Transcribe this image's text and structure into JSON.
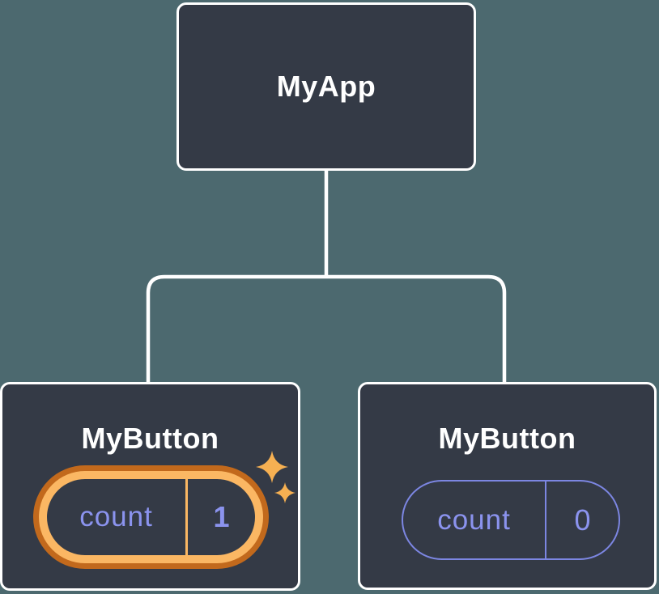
{
  "colors": {
    "background": "#4C696F",
    "node_bg": "#343A46",
    "node_border": "#FFFFFF",
    "connector": "#FFFFFF",
    "node_text": "#FFFFFF",
    "state_text": "#8B93EE",
    "pill_outline": "#7C86E2",
    "highlight_ring_outer": "#C2691C",
    "highlight_ring_inner": "#FBB763",
    "sparkle": "#F6B052"
  },
  "diagram": {
    "type": "component-tree",
    "root": {
      "label": "MyApp"
    },
    "children": [
      {
        "label": "MyButton",
        "state": {
          "key": "count",
          "value": "1"
        },
        "highlighted": true
      },
      {
        "label": "MyButton",
        "state": {
          "key": "count",
          "value": "0"
        },
        "highlighted": false
      }
    ]
  }
}
